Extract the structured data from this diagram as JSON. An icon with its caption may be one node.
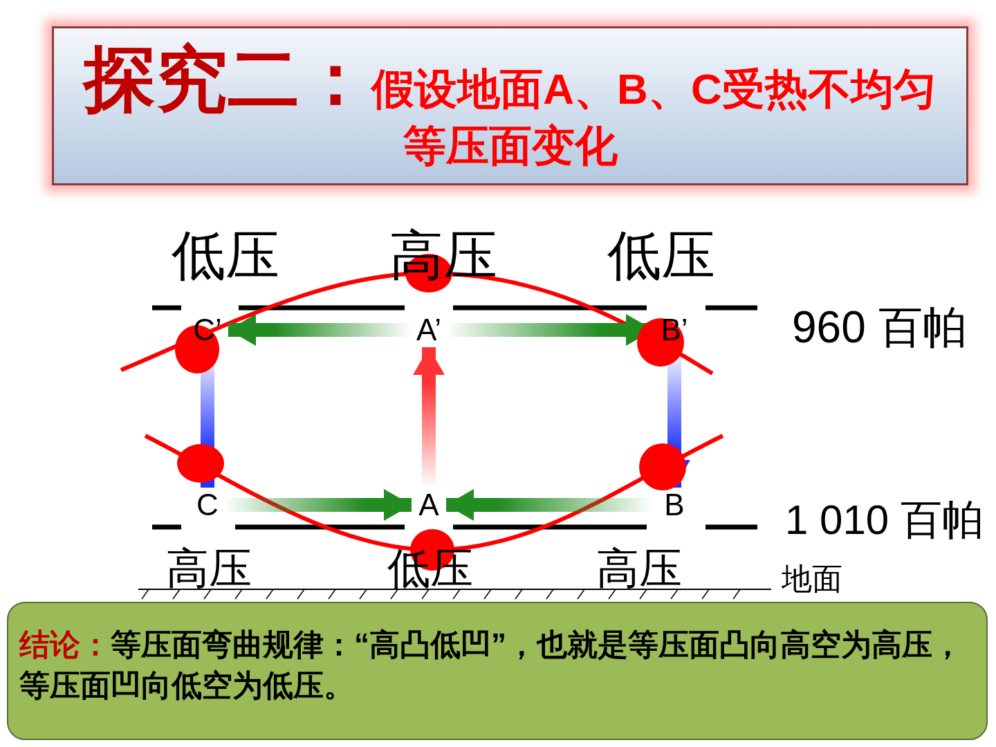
{
  "diagram": {
    "nodes": [
      {
        "text": [
          "探究二：",
          "假设地面A、B、C受热不均匀等压面变化"
        ]
      },
      {
        "text": [
          "C’"
        ]
      },
      {
        "text": [
          "A’"
        ]
      },
      {
        "text": [
          "B’"
        ]
      },
      {
        "text": [
          "C"
        ]
      },
      {
        "text": [
          "A"
        ]
      },
      {
        "text": [
          "B"
        ]
      },
      {
        "text": [
          "结论：",
          "等压面弯曲规律：“高凸低凹”，也就是等压面凸向高空为高压，等压面凹向低空为低压。"
        ]
      }
    ],
    "edges": [
      {
        "from": 5,
        "to": 2,
        "arrow": "to",
        "color": "#ff3333"
      },
      {
        "from": 2,
        "to": 1,
        "arrow": "to",
        "color": "#228b22"
      },
      {
        "from": 2,
        "to": 3,
        "arrow": "to",
        "color": "#228b22"
      },
      {
        "from": 1,
        "to": 4,
        "arrow": "to",
        "color": "#2233ff"
      },
      {
        "from": 3,
        "to": 6,
        "arrow": "to",
        "color": "#2233ff"
      },
      {
        "from": 4,
        "to": 5,
        "arrow": "to",
        "color": "#228b22"
      },
      {
        "from": 6,
        "to": 5,
        "arrow": "to",
        "color": "#228b22"
      }
    ],
    "labels": [
      "低压",
      "高压",
      "低压",
      "960 百帕",
      "1 010 百帕",
      "高压",
      "低压",
      "高压",
      "地面"
    ]
  }
}
